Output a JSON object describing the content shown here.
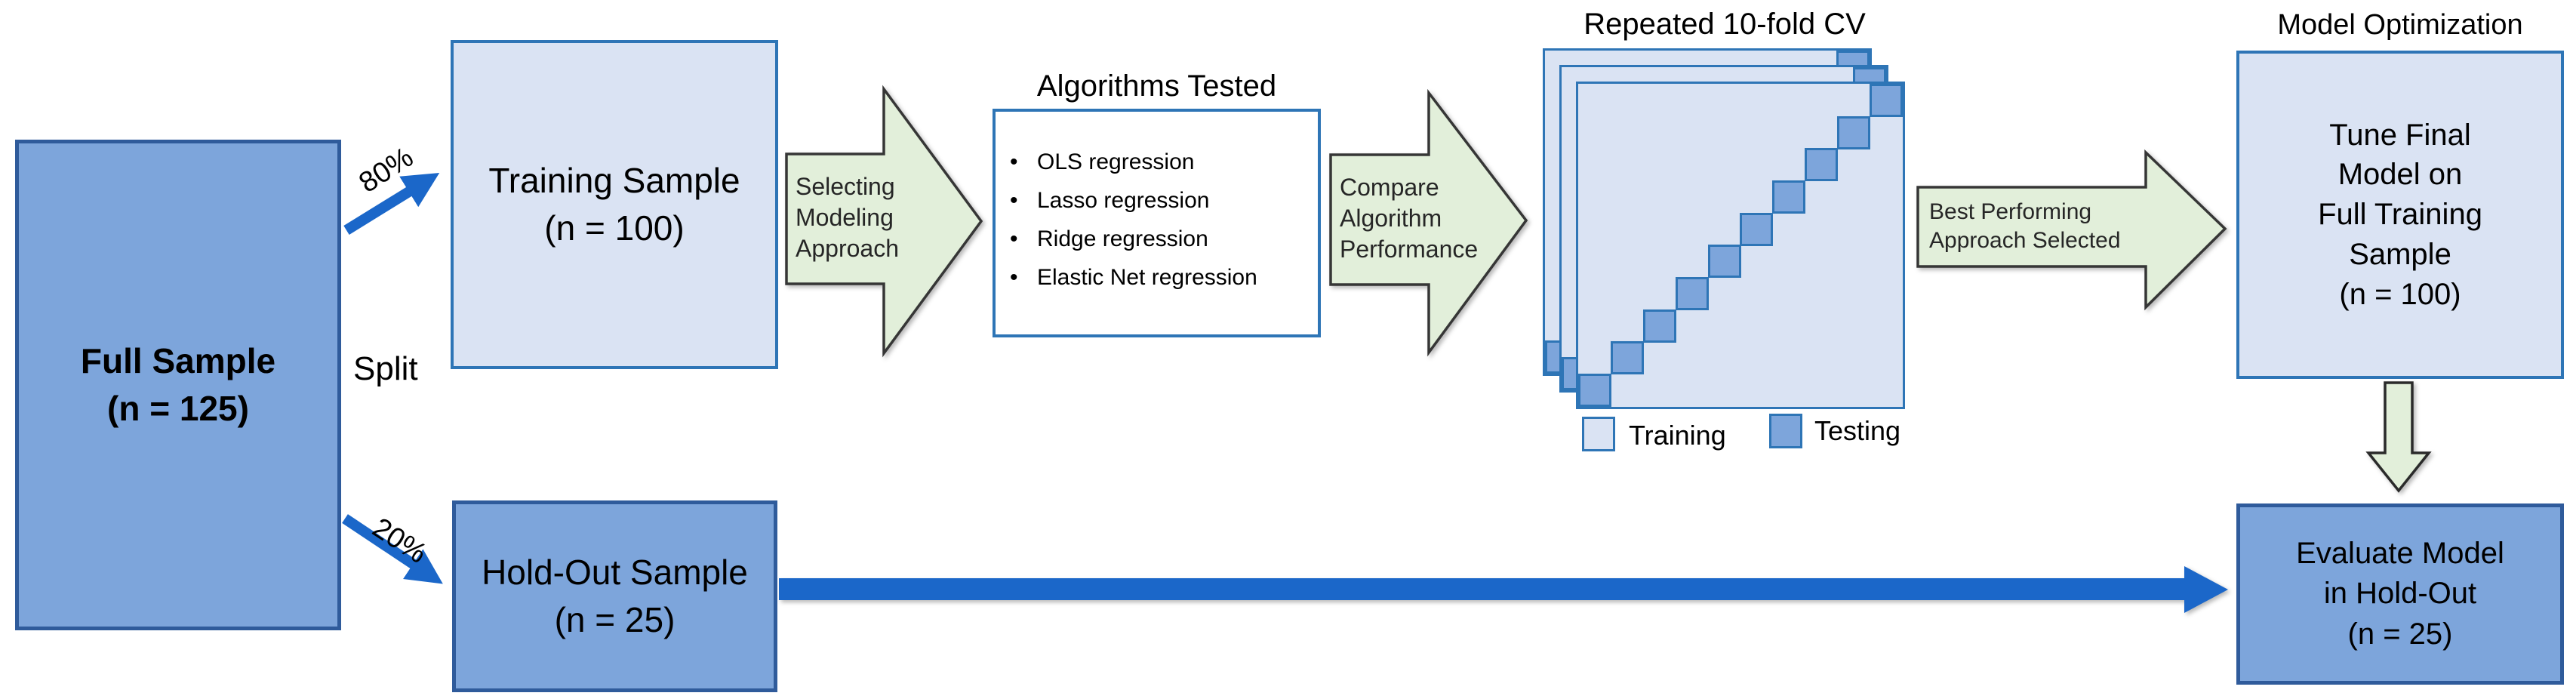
{
  "diagram": {
    "full_sample": {
      "line1": "Full Sample",
      "line2": "(n = 125)"
    },
    "split": {
      "label": "Split",
      "pct_80": "80%",
      "pct_20": "20%"
    },
    "training_sample": {
      "line1": "Training Sample",
      "line2": "(n = 100)"
    },
    "holdout_sample": {
      "line1": "Hold-Out Sample",
      "line2": "(n = 25)"
    },
    "arrow_selecting": {
      "line1": "Selecting",
      "line2": "Modeling",
      "line3": "Approach"
    },
    "algorithms": {
      "title": "Algorithms Tested",
      "items": [
        "OLS regression",
        "Lasso regression",
        "Ridge regression",
        "Elastic Net regression"
      ]
    },
    "arrow_compare": {
      "line1": "Compare",
      "line2": "Algorithm",
      "line3": "Performance"
    },
    "cv": {
      "title": "Repeated 10-fold CV",
      "folds": 10,
      "repeats": 3,
      "legend": {
        "training": "Training",
        "testing": "Testing"
      }
    },
    "arrow_best": {
      "line1": "Best Performing",
      "line2": "Approach Selected"
    },
    "model_optimization": {
      "title": "Model Optimization",
      "box": {
        "line1": "Tune Final",
        "line2": "Model on",
        "line3": "Full Training",
        "line4": "Sample",
        "line5": "(n = 100)"
      }
    },
    "evaluate": {
      "line1": "Evaluate Model",
      "line2": "in Hold-Out",
      "line3": "(n = 25)"
    },
    "colors": {
      "medium_blue_fill": "#7DA5DB",
      "medium_blue_border": "#2F5B9B",
      "light_blue_fill": "#DAE3F3",
      "light_blue_border": "#2E75B6",
      "green_fill": "#E2EFDA",
      "green_border": "#363636",
      "arrow_blue": "#1B67C9"
    }
  }
}
